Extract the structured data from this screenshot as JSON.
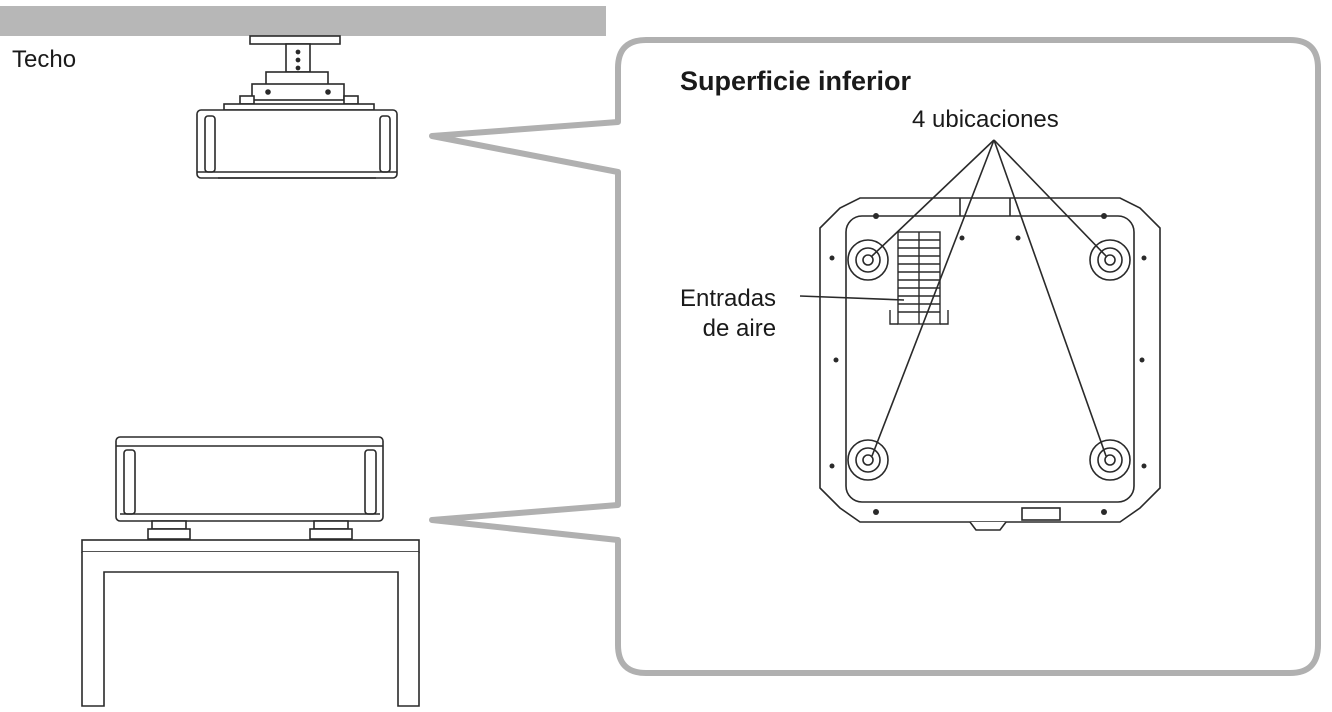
{
  "labels": {
    "ceiling": "Techo",
    "callout_title": "Superficie inferior",
    "feet_locations": "4 ubicaciones",
    "air_intake_line1": "Entradas",
    "air_intake_line2": "de aire"
  },
  "colors": {
    "ceiling_bar": "#b7b7b7",
    "callout_border": "#b0b0b0",
    "line_art": "#2a2a2a",
    "text": "#1a1a1a"
  },
  "diagram_items": [
    "ceiling",
    "ceiling-mounted-projector",
    "table",
    "table-projector",
    "callout-bubble",
    "projector-bottom-view",
    "four-feet",
    "air-intake-vents"
  ]
}
